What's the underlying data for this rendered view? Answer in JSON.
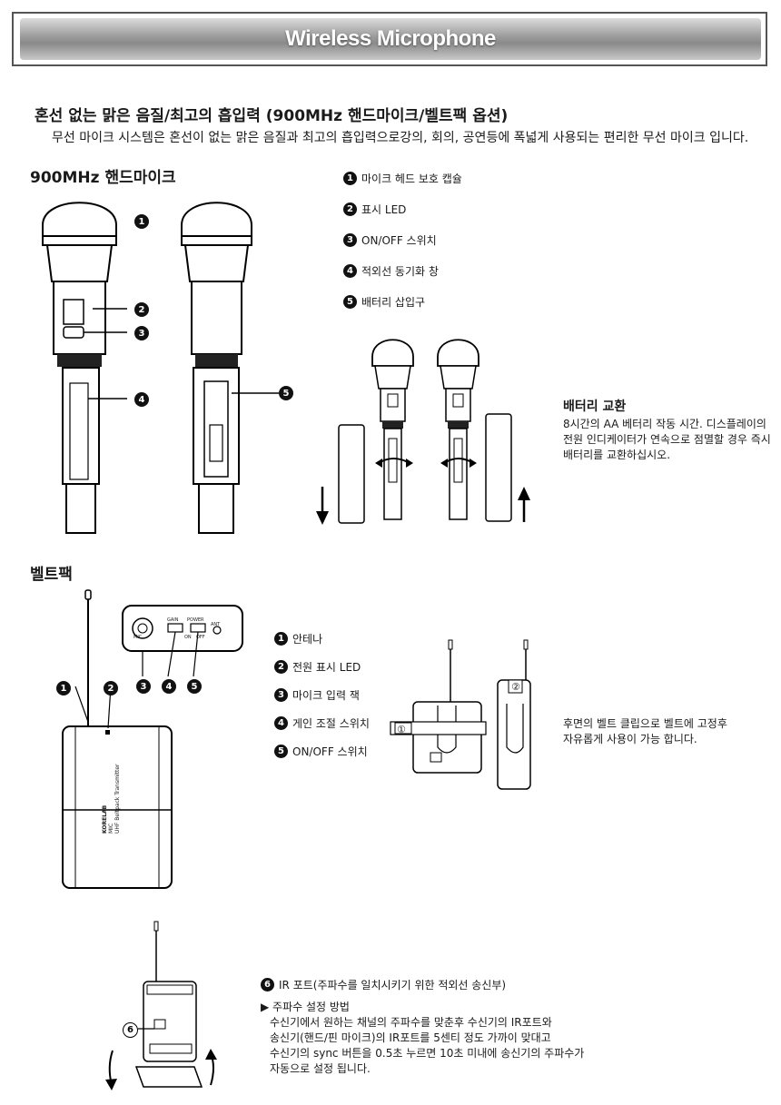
{
  "header": {
    "title": "Wireless Microphone"
  },
  "intro": {
    "heading": "혼선 없는 맑은 음질/최고의 흡입력 (900MHz 핸드마이크/벨트팩 옵션)",
    "description": "무선 마이크 시스템은 혼선이 없는 맑은 음질과 최고의 흡입력으로강의, 회의, 공연등에 폭넓게 사용되는 편리한 무선 마이크 입니다."
  },
  "handmic": {
    "title": "900MHz 핸드마이크",
    "parts": [
      {
        "num": "1",
        "label": "마이크 헤드 보호 캡슐"
      },
      {
        "num": "2",
        "label": "표시 LED"
      },
      {
        "num": "3",
        "label": "ON/OFF 스위치"
      },
      {
        "num": "4",
        "label": "적외선 동기화 창"
      },
      {
        "num": "5",
        "label": "배터리 삽입구"
      }
    ],
    "battery": {
      "title": "배터리 교환",
      "text": [
        "8시간의 AA 베터리 작동 시간. 디스플레이의",
        "전원 인디케이터가 연속으로 점멸할 경우 즉시",
        "배터리를 교환하십시오."
      ]
    }
  },
  "beltpack": {
    "title": "벨트팩",
    "parts": [
      {
        "num": "1",
        "label": "안테나"
      },
      {
        "num": "2",
        "label": "전원 표시 LED"
      },
      {
        "num": "3",
        "label": "마이크 입력 잭"
      },
      {
        "num": "4",
        "label": "게인 조절 스위치"
      },
      {
        "num": "5",
        "label": "ON/OFF 스위치"
      }
    ],
    "clip_text": [
      "후면의 벨트 클립으로 벨트에 고정후",
      "자유롭게 사용이 가능 합니다."
    ],
    "clip_markers": [
      "①",
      "②"
    ],
    "device_labels": [
      "KORELAB",
      "MIC",
      "UHF Beltpack Transmitter"
    ],
    "panel_labels": [
      "MIC",
      "GAIN",
      "POWER",
      "ON",
      "OFF",
      "ANT"
    ]
  },
  "irport": {
    "num": "6",
    "label": "IR 포트(주파수를 일치시키기 위한 적외선 송신부)",
    "method_title": "▶ 주파수 설정 방법",
    "method_lines": [
      "수신기에서 원하는 채널의 주파수를 맞춘후 수신기의 IR포트와",
      "송신기(핸드/핀 마이크)의 IR포트를 5센티 정도 가까이 맞대고",
      "수신기의 sync 버튼을 0.5초 누르면 10초 미내에 송신기의 주파수가",
      "자동으로 설정 됩니다."
    ]
  }
}
